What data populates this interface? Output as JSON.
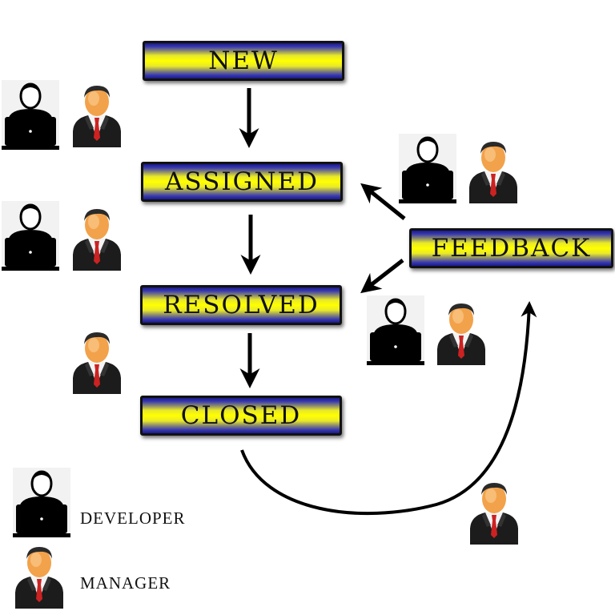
{
  "states": {
    "new": "NEW",
    "assigned": "ASSIGNED",
    "resolved": "RESOLVED",
    "closed": "CLOSED",
    "feedback": "FEEDBACK"
  },
  "legend": {
    "developer": "DEVELOPER",
    "manager": "MANAGER"
  },
  "icons": {
    "developer": "developer-laptop-icon",
    "manager": "manager-suit-icon"
  },
  "colors": {
    "box_yellow": "#ffff00",
    "box_navy": "#1a1a8c",
    "tie_red": "#cc2222",
    "arrow": "#000000"
  }
}
